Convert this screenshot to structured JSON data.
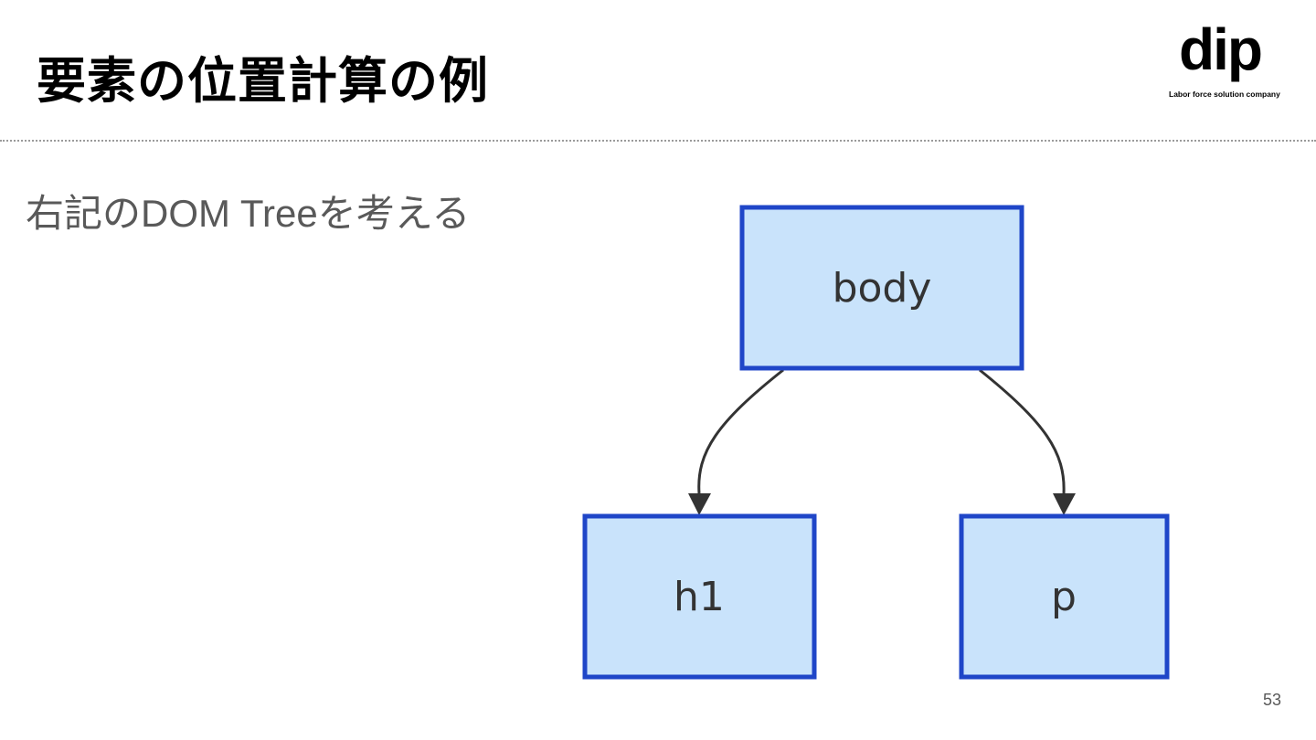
{
  "slide": {
    "title": "要素の位置計算の例",
    "body_text": "右記のDOM Treeを考える",
    "page_number": "53"
  },
  "logo": {
    "word": "dip",
    "tagline": "Labor force solution company"
  },
  "diagram": {
    "nodes": {
      "body": "body",
      "h1": "h1",
      "p": "p"
    },
    "edges": [
      {
        "from": "body",
        "to": "h1"
      },
      {
        "from": "body",
        "to": "p"
      }
    ],
    "colors": {
      "node_fill": "#c9e3fb",
      "node_border": "#1f46c8",
      "edge": "#333333",
      "label": "#333333"
    }
  }
}
